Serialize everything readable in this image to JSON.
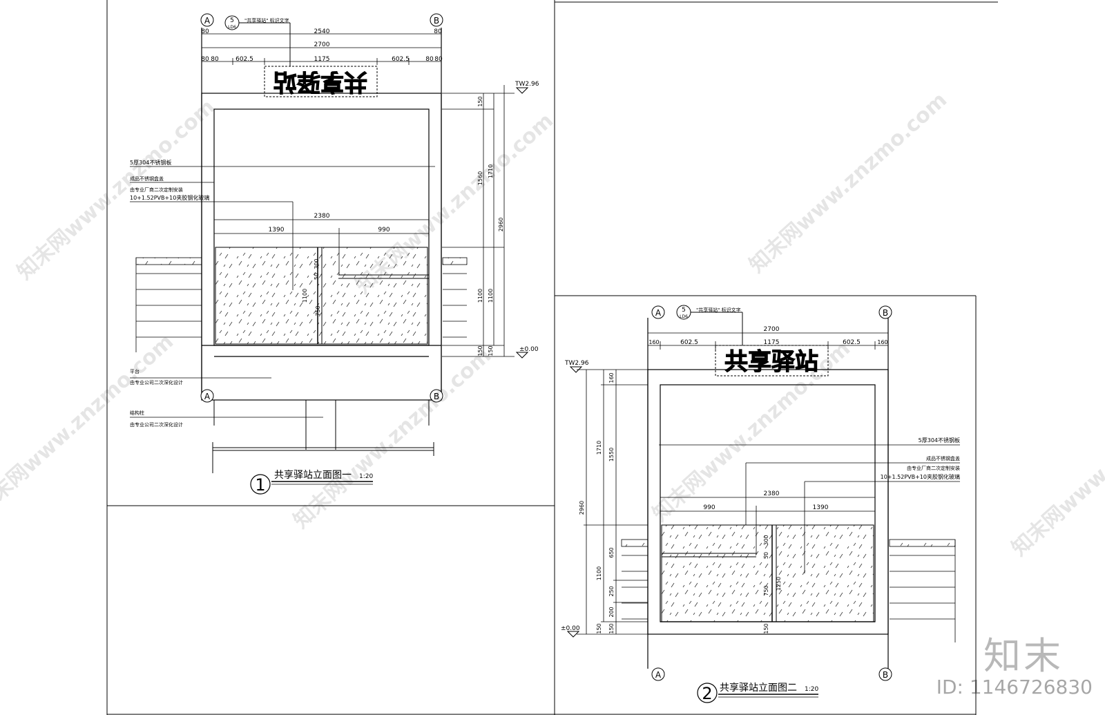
{
  "sheet": {
    "left_view": {
      "title": "共享驿站立面图一",
      "scale": "1:20",
      "number": "1",
      "sign_text": "共享驿站",
      "grid": [
        "A",
        "B"
      ],
      "callout_number": "5",
      "callout_sheet": "LD6",
      "callout_note": "\"共享驿站\" 标识文字",
      "dims_top": [
        "80",
        "2540",
        "80",
        "2700",
        "80",
        "80",
        "602.5",
        "1175",
        "602.5",
        "80",
        "80"
      ],
      "dims_inner": [
        "2380",
        "1390",
        "990"
      ],
      "dims_right": [
        "150",
        "1560",
        "1710",
        "2960",
        "1100",
        "1100",
        "150",
        "150"
      ],
      "dims_glass": [
        "300",
        "50",
        "1100",
        "750"
      ],
      "level_top": "TW2.96",
      "level_zero": "±0.00",
      "notes": [
        "5厚304不锈钢板",
        "成品不锈钢盒盖",
        "由专业厂商二次定制安装",
        "10+1.52PVB+10夹胶钢化玻璃",
        "平台",
        "由专业公司二次深化设计",
        "结构柱",
        "由专业公司二次深化设计"
      ]
    },
    "right_view": {
      "title": "共享驿站立面图二",
      "scale": "1:20",
      "number": "2",
      "sign_text": "共享驿站",
      "grid": [
        "A",
        "B"
      ],
      "callout_number": "5",
      "callout_sheet": "LD6",
      "callout_note": "\"共享驿站\" 标识文字",
      "dims_top": [
        "2700",
        "160",
        "602.5",
        "1175",
        "602.5",
        "160"
      ],
      "dims_inner": [
        "2380",
        "990",
        "1390"
      ],
      "dims_left": [
        "160",
        "1550",
        "1710",
        "2960",
        "650",
        "1100",
        "250",
        "200",
        "150",
        "150"
      ],
      "dims_glass": [
        "300",
        "50",
        "750",
        "1250",
        "150"
      ],
      "level_top": "TW2.96",
      "level_zero": "±0.00",
      "notes": [
        "5厚304不锈钢板",
        "成品不锈钢盒盖",
        "由专业厂商二次定制安装",
        "10+1.52PVB+10夹胶钢化玻璃"
      ]
    },
    "watermark": "知末网www.znzmo.com",
    "brand": "知末",
    "image_id": "ID: 1146726830"
  }
}
